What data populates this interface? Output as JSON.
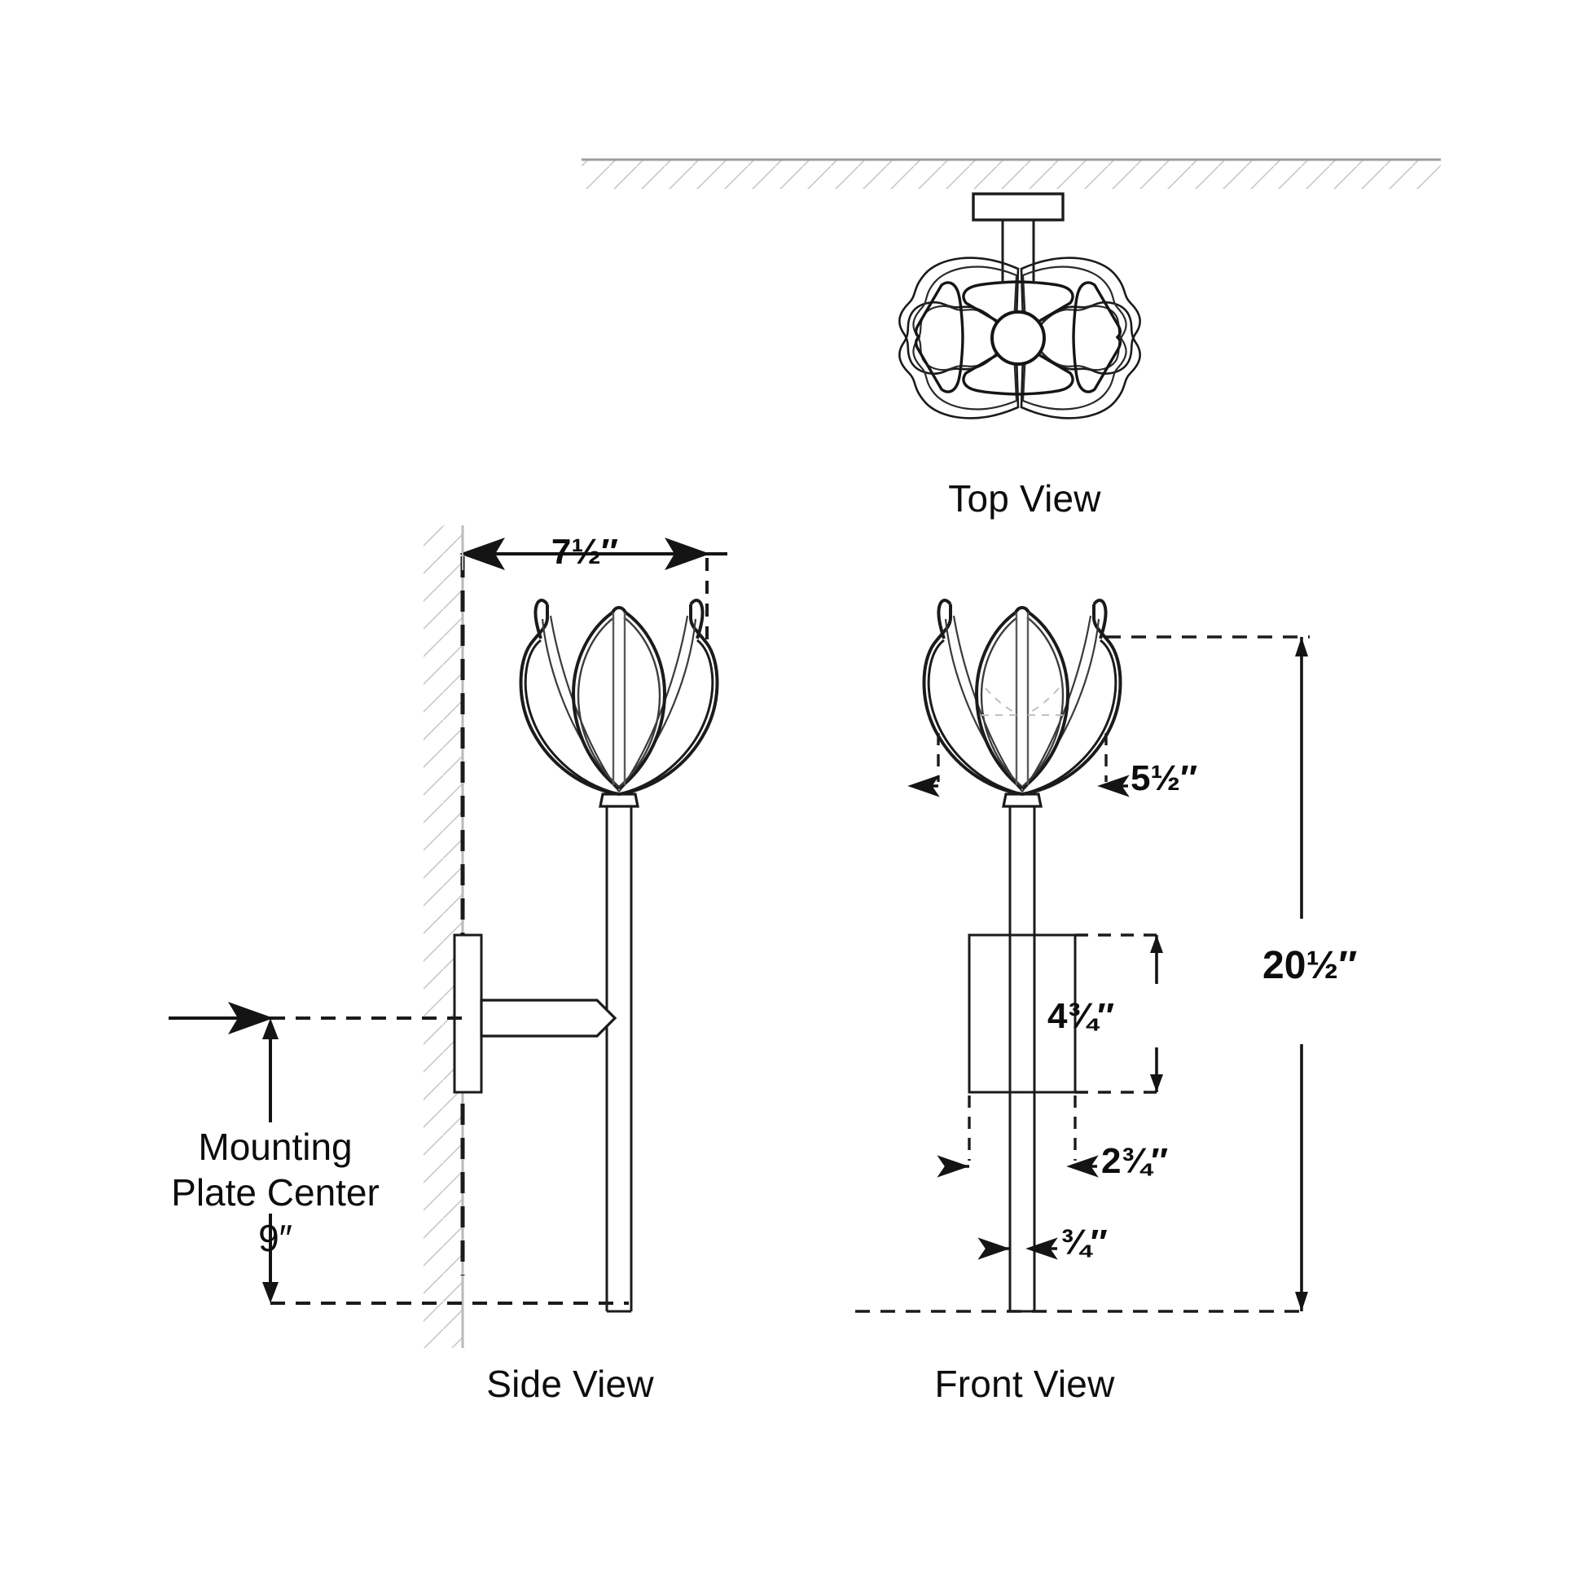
{
  "drawing": {
    "title": "Wall Sconce Technical Dimension Drawing",
    "units": "inches",
    "line_color": "#1b1b1b",
    "hatch_color": "#c9c9c9",
    "background": "#ffffff"
  },
  "views": {
    "top": {
      "label": "Top View"
    },
    "side": {
      "label": "Side View"
    },
    "front": {
      "label": "Front View"
    }
  },
  "dimensions": {
    "width_overall": "7½″",
    "shade_width": "5½″",
    "backplate_height": "4¾″",
    "backplate_width": "2¾″",
    "stem_width": "¾″",
    "overall_height": "20½″",
    "mounting_plate_center_line1": "Mounting",
    "mounting_plate_center_line2": "Plate Center",
    "mounting_plate_center_line3": "9″"
  }
}
